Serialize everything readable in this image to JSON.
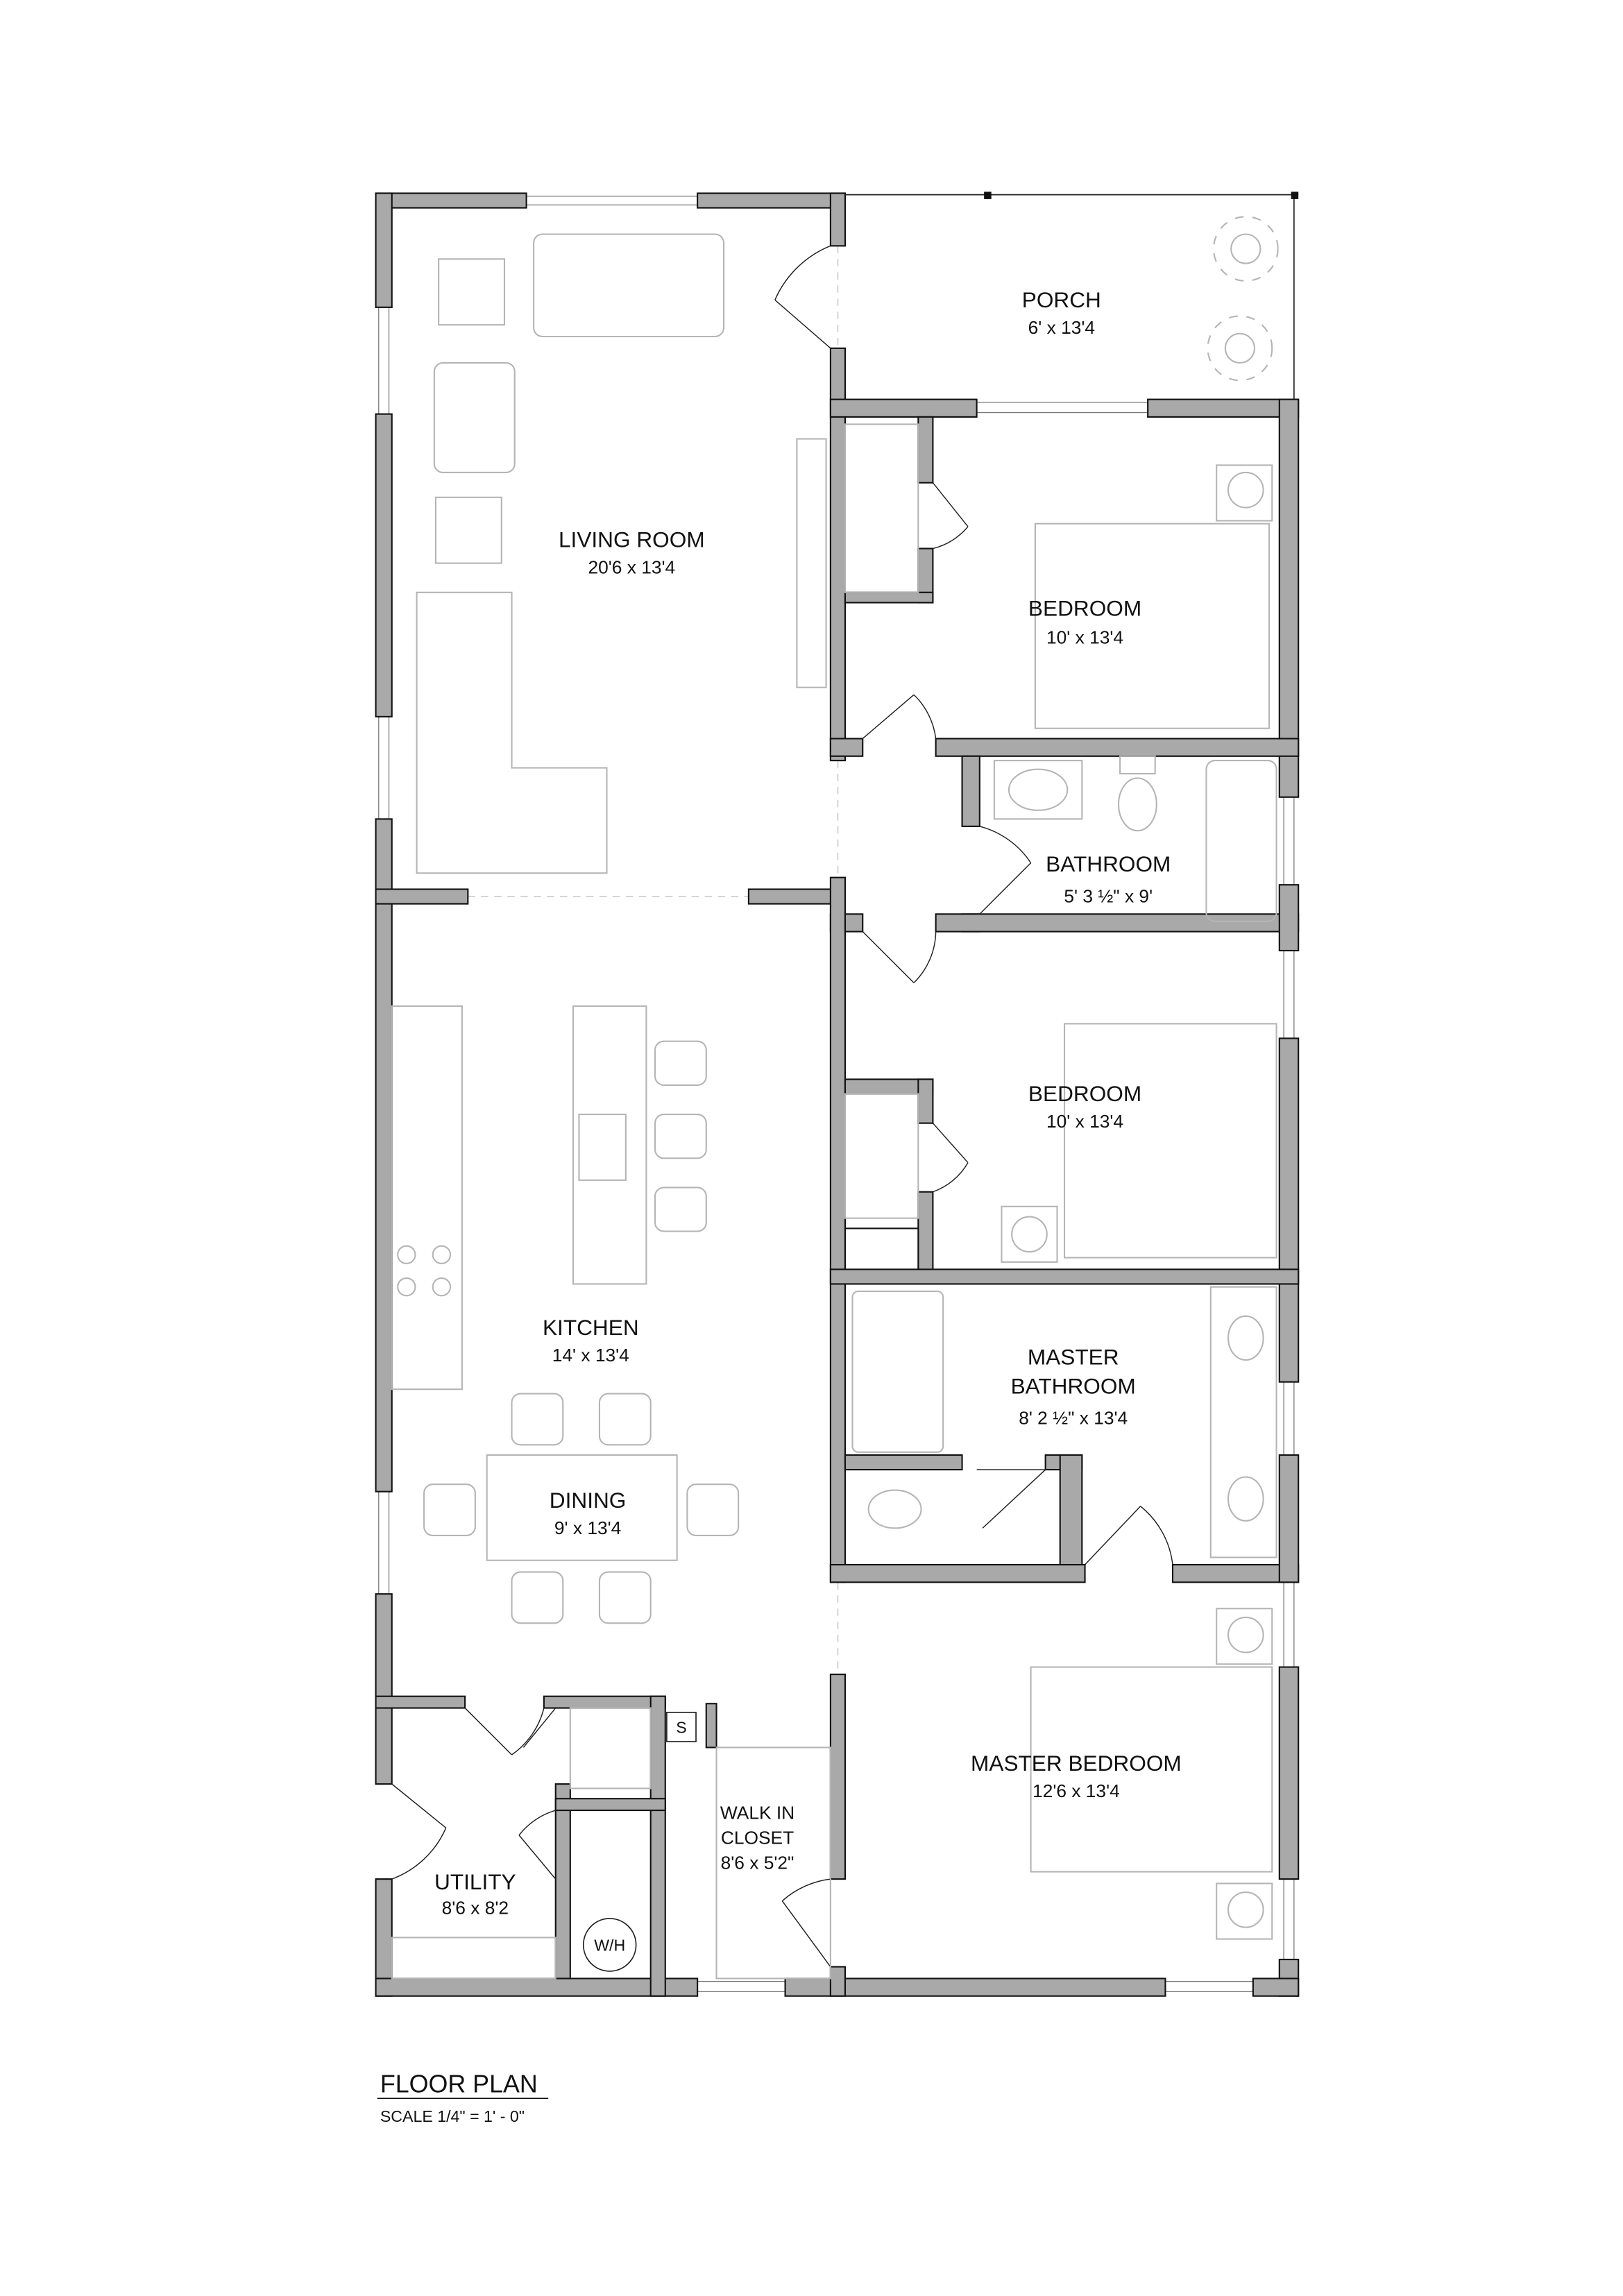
{
  "rooms": {
    "porch": {
      "name": "PORCH",
      "size": "6' x 13'4"
    },
    "living": {
      "name": "LIVING ROOM",
      "size": "20'6 x 13'4"
    },
    "bedroom1": {
      "name": "BEDROOM",
      "size": "10' x 13'4"
    },
    "bathroom": {
      "name": "BATHROOM",
      "size": "5' 3 ½\" x 9'"
    },
    "bedroom2": {
      "name": "BEDROOM",
      "size": "10' x 13'4"
    },
    "kitchen": {
      "name": "KITCHEN",
      "size": "14' x 13'4"
    },
    "master_bath": {
      "name_line1": "MASTER",
      "name_line2": "BATHROOM",
      "size": "8' 2 ½\" x 13'4"
    },
    "dining": {
      "name": "DINING",
      "size": "9' x 13'4"
    },
    "master_bedroom": {
      "name": "MASTER BEDROOM",
      "size": "12'6 x 13'4"
    },
    "walk_in": {
      "name_line1": "WALK IN",
      "name_line2": "CLOSET",
      "size": "8'6 x 5'2\""
    },
    "utility": {
      "name": "UTILITY",
      "size": "8'6 x 8'2"
    }
  },
  "fixtures": {
    "water_heater": "W/H",
    "sink_tag": "S"
  },
  "title": {
    "heading": "FLOOR PLAN",
    "scale": "SCALE  1/4\" = 1' - 0\""
  }
}
